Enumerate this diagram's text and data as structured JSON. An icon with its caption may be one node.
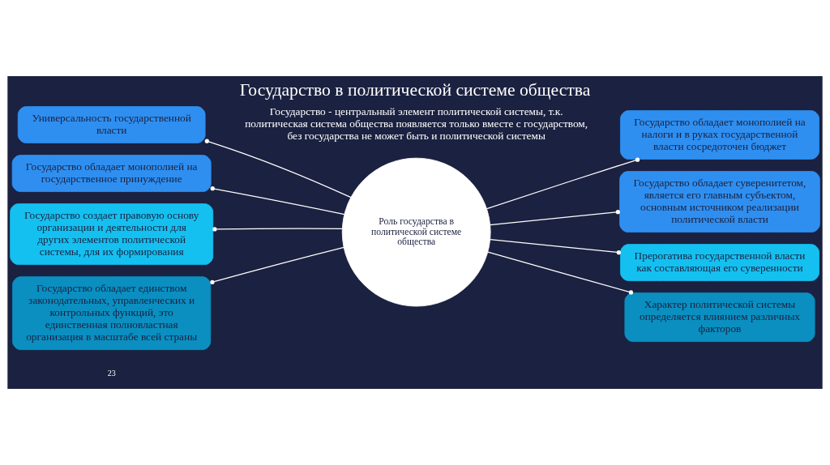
{
  "diagram": {
    "title": "Государство в политической системе общества",
    "nodes": [
      {
        "text": [
          "Универсальность государственной власти"
        ]
      },
      {
        "text": [
          "Государство обладает монополией на государственное принуждение"
        ]
      },
      {
        "text": [
          "Государство создает правовую основу организации и деятельности для других элементов политической системы, для их формирования"
        ]
      },
      {
        "text": [
          "Государство обладает единством законодательных, управленческих и контрольных функций, это единственная полновластная организация в масштабе всей страны"
        ]
      },
      {
        "text": [
          "Роль государства в политической системе общества"
        ]
      },
      {
        "text": [
          "Государство обладает монополией на налоги и в руках государственной власти сосредоточен бюджет"
        ]
      },
      {
        "text": [
          "Государство обладает суверенитетом, является его главным субъектом, основным источником реализации политической власти"
        ]
      },
      {
        "text": [
          "Прерогатива государственной власти как составляющая его суверенности"
        ]
      },
      {
        "text": [
          "Характер политической системы определяется влиянием различных факторов"
        ]
      }
    ],
    "edges": [
      {
        "from": 4,
        "to": 0,
        "arrow": "other"
      },
      {
        "from": 4,
        "to": 1,
        "arrow": "other"
      },
      {
        "from": 4,
        "to": 2,
        "arrow": "other"
      },
      {
        "from": 4,
        "to": 3,
        "arrow": "other"
      },
      {
        "from": 4,
        "to": 5,
        "arrow": "other"
      },
      {
        "from": 4,
        "to": 6,
        "arrow": "other"
      },
      {
        "from": 4,
        "to": 7,
        "arrow": "other"
      },
      {
        "from": 4,
        "to": 8,
        "arrow": "other"
      }
    ],
    "labels": [
      "Государство - центральный элемент политической системы, т.к. политическая система общества появляется только вместе с государством, без государства не может быть и политической системы",
      "23"
    ]
  }
}
